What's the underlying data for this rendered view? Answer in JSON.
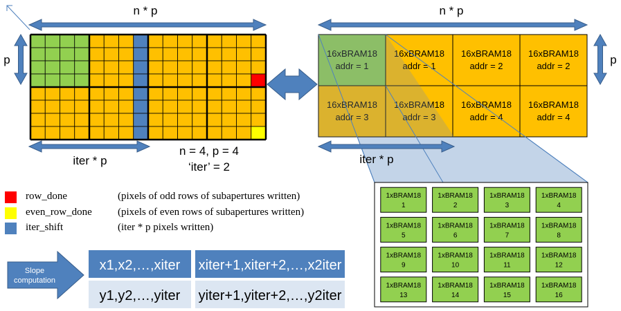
{
  "colors": {
    "orange": "#ffc000",
    "green": "#92d050",
    "blue": "#4f81bd",
    "red": "#ff0000",
    "yellow": "#ffff00",
    "light_blue_panel": "#b8cce4",
    "light_grey_blue": "#dce6f2",
    "arrow_fill": "#4f81bd",
    "arrow_stroke": "#385d8a"
  },
  "left_grid": {
    "width_label": "n * p",
    "height_label": "p",
    "bottom_arrow_label": "iter * p",
    "params_line1": "n = 4, p = 4",
    "params_line2": "‘iter’ = 2"
  },
  "right_grid": {
    "width_label": "n * p",
    "height_label": "p",
    "bottom_arrow_label": "iter * p",
    "cells": [
      {
        "line1": "16xBRAM18",
        "line2": "addr = 1"
      },
      {
        "line1": "16xBRAM18",
        "line2": "addr = 1"
      },
      {
        "line1": "16xBRAM18",
        "line2": "addr = 2"
      },
      {
        "line1": "16xBRAM18",
        "line2": "addr = 2"
      },
      {
        "line1": "16xBRAM18",
        "line2": "addr = 3"
      },
      {
        "line1": "16xBRAM18",
        "line2": "addr = 3"
      },
      {
        "line1": "16xBRAM18",
        "line2": "addr = 4"
      },
      {
        "line1": "16xBRAM18",
        "line2": "addr = 4"
      }
    ]
  },
  "bram_grid": {
    "cell_label": "1xBRAM18",
    "numbers": [
      "1",
      "2",
      "3",
      "4",
      "5",
      "6",
      "7",
      "8",
      "9",
      "10",
      "11",
      "12",
      "13",
      "14",
      "15",
      "16"
    ]
  },
  "legend": [
    {
      "name": "row_done",
      "desc": "(pixels of odd rows of subapertures written)",
      "color": "red"
    },
    {
      "name": "even_row_done",
      "desc": "(pixels of even rows of subapertures written)",
      "color": "yellow"
    },
    {
      "name": "iter_shift",
      "desc": "(iter * p pixels written)",
      "color": "blue"
    }
  ],
  "slope": {
    "arrow_line1": "Slope",
    "arrow_line2": "computation",
    "x_row": [
      "x1,x2,…,xiter",
      "xiter+1,xiter+2,…,x2iter"
    ],
    "y_row": [
      "y1,y2,…,yiter",
      "yiter+1,yiter+2,…,y2iter"
    ]
  }
}
